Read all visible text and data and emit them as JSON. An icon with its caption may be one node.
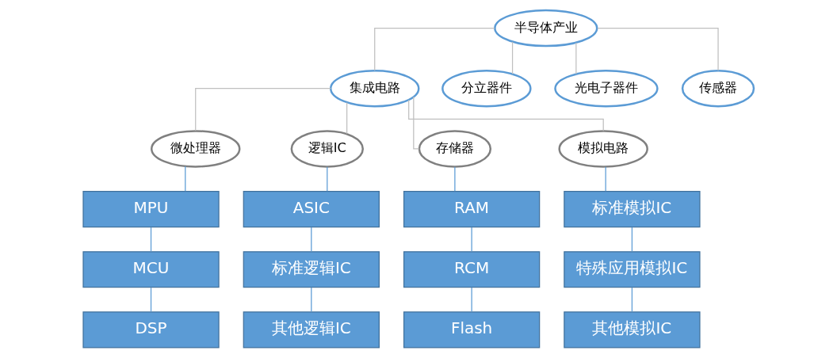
{
  "diagram": {
    "nodes": [
      {
        "text": [
          "半导体产业"
        ]
      },
      {
        "text": [
          "集成电路"
        ]
      },
      {
        "text": [
          "分立器件"
        ]
      },
      {
        "text": [
          "光电子器件"
        ]
      },
      {
        "text": [
          "传感器"
        ]
      },
      {
        "text": [
          "微处理器"
        ]
      },
      {
        "text": [
          "逻辑IC"
        ]
      },
      {
        "text": [
          "存储器"
        ]
      },
      {
        "text": [
          "模拟电路"
        ]
      },
      {
        "text": [
          "MPU"
        ]
      },
      {
        "text": [
          "MCU"
        ]
      },
      {
        "text": [
          "DSP"
        ]
      },
      {
        "text": [
          "ASIC"
        ]
      },
      {
        "text": [
          "标准逻辑IC"
        ]
      },
      {
        "text": [
          "其他逻辑IC"
        ]
      },
      {
        "text": [
          "RAM"
        ]
      },
      {
        "text": [
          "RCM"
        ]
      },
      {
        "text": [
          "Flash"
        ]
      },
      {
        "text": [
          "标准模拟IC"
        ]
      },
      {
        "text": [
          "特殊应用模拟IC"
        ]
      },
      {
        "text": [
          "其他模拟IC"
        ]
      }
    ],
    "edges": [
      {
        "from": 0,
        "to": 1,
        "arrow": "none",
        "color": "#bfbfbf"
      },
      {
        "from": 0,
        "to": 2,
        "arrow": "none",
        "color": "#bfbfbf"
      },
      {
        "from": 0,
        "to": 3,
        "arrow": "none",
        "color": "#bfbfbf"
      },
      {
        "from": 0,
        "to": 4,
        "arrow": "none",
        "color": "#bfbfbf"
      },
      {
        "from": 1,
        "to": 5,
        "arrow": "none",
        "color": "#bfbfbf"
      },
      {
        "from": 1,
        "to": 6,
        "arrow": "none",
        "color": "#bfbfbf"
      },
      {
        "from": 1,
        "to": 7,
        "arrow": "none",
        "color": "#bfbfbf"
      },
      {
        "from": 1,
        "to": 8,
        "arrow": "none",
        "color": "#bfbfbf"
      },
      {
        "from": 5,
        "to": 9,
        "arrow": "none"
      },
      {
        "from": 9,
        "to": 10,
        "arrow": "none"
      },
      {
        "from": 10,
        "to": 11,
        "arrow": "none"
      },
      {
        "from": 6,
        "to": 12,
        "arrow": "none"
      },
      {
        "from": 12,
        "to": 13,
        "arrow": "none"
      },
      {
        "from": 13,
        "to": 14,
        "arrow": "none"
      },
      {
        "from": 7,
        "to": 15,
        "arrow": "none"
      },
      {
        "from": 15,
        "to": 16,
        "arrow": "none"
      },
      {
        "from": 16,
        "to": 17,
        "arrow": "none"
      },
      {
        "from": 8,
        "to": 18,
        "arrow": "none"
      },
      {
        "from": 18,
        "to": 19,
        "arrow": "none"
      },
      {
        "from": 19,
        "to": 20,
        "arrow": "none"
      }
    ]
  }
}
